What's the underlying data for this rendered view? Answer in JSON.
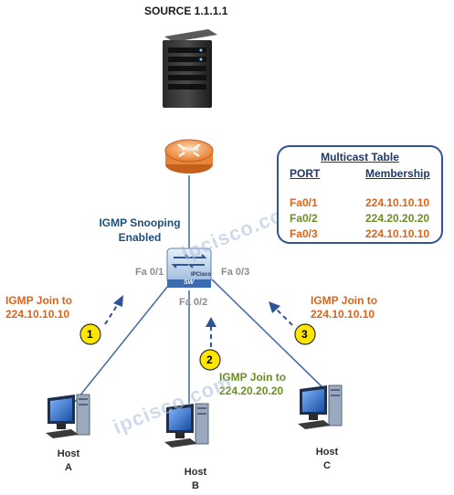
{
  "source": {
    "label": "SOURCE 1.1.1.1"
  },
  "switch_info": {
    "snooping_line1": "IGMP Snooping",
    "snooping_line2": "Enabled",
    "router_tag": "IPCisco",
    "switch_tag": "IPCisco",
    "switch_label": "SW"
  },
  "ports": {
    "fa01": "Fa 0/1",
    "fa02": "Fa 0/2",
    "fa03": "Fa 0/3"
  },
  "joins": [
    {
      "number": "1",
      "line1": "IGMP Join to",
      "line2": "224.10.10.10",
      "color": "#d9641a"
    },
    {
      "number": "2",
      "line1": "IGMP Join to",
      "line2": "224.20.20.20",
      "color": "#6b8e23"
    },
    {
      "number": "3",
      "line1": "IGMP Join to",
      "line2": "224.10.10.10",
      "color": "#d9641a"
    }
  ],
  "hosts": [
    {
      "line1": "Host",
      "line2": "A"
    },
    {
      "line1": "Host",
      "line2": "B"
    },
    {
      "line1": "Host",
      "line2": "C"
    }
  ],
  "multicast_table": {
    "title": "Multicast Table",
    "headers": {
      "port": "PORT",
      "membership": "Membership"
    },
    "rows": [
      {
        "port": "Fa0/1",
        "membership": "224.10.10.10",
        "color": "#d9641a"
      },
      {
        "port": "Fa0/2",
        "membership": "224.20.20.20",
        "color": "#6b8e23"
      },
      {
        "port": "Fa0/3",
        "membership": "224.10.10.10",
        "color": "#d9641a"
      }
    ]
  },
  "watermarks": [
    "ipcisco.com",
    "ipcisco.com"
  ],
  "colors": {
    "link": "#4a6fa5",
    "arrow": "#2f5597",
    "badge_fill": "#ffe600",
    "router": "#f4a460"
  }
}
